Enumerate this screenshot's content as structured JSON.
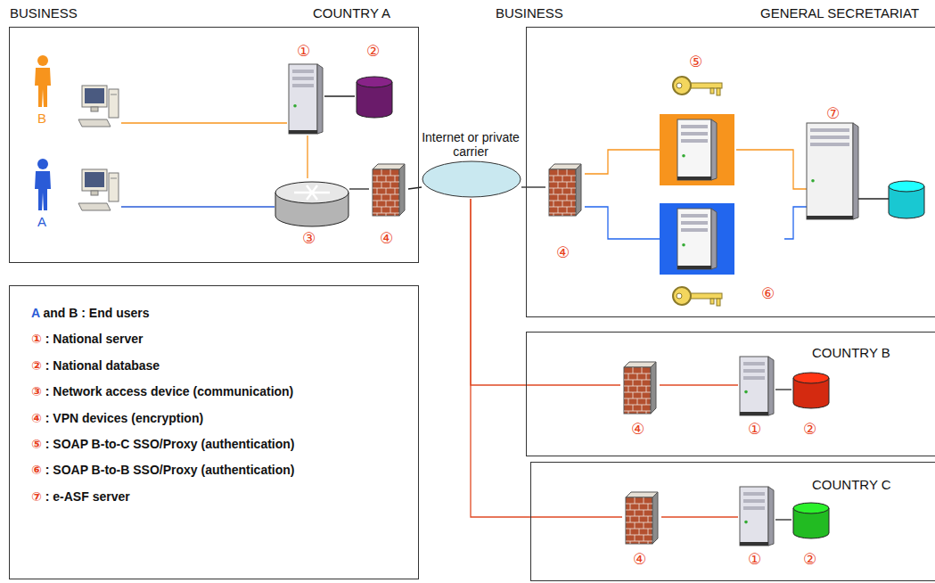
{
  "diagram": {
    "nodes": [
      {
        "text": [
          "BUSINESS",
          "COUNTRY A"
        ]
      },
      {
        "text": [
          "B"
        ],
        "in": 0
      },
      {
        "text": [
          "①"
        ],
        "in": 0
      },
      {
        "text": [
          "②"
        ],
        "in": 0
      },
      {
        "text": [
          "A"
        ],
        "in": 0
      },
      {
        "text": [
          "③"
        ],
        "in": 0
      },
      {
        "text": [
          "④"
        ],
        "in": 0
      },
      {
        "text": [
          "Internet or private carrier"
        ]
      },
      {
        "text": [
          "BUSINESS",
          "GENERAL SECRETARIAT"
        ]
      },
      {
        "text": [
          "④"
        ],
        "in": 8
      },
      {
        "text": [
          "⑤"
        ],
        "in": 8
      },
      {
        "text": [
          "⑥"
        ],
        "in": 8
      },
      {
        "text": [
          "⑦"
        ],
        "in": 8
      },
      {
        "text": [
          "COUNTRY B"
        ]
      },
      {
        "text": [
          "④"
        ],
        "in": 13
      },
      {
        "text": [
          "①"
        ],
        "in": 13
      },
      {
        "text": [
          "②"
        ],
        "in": 13
      },
      {
        "text": [
          "COUNTRY C"
        ]
      },
      {
        "text": [
          "④"
        ],
        "in": 17
      },
      {
        "text": [
          "①"
        ],
        "in": 17
      },
      {
        "text": [
          "②"
        ],
        "in": 17
      }
    ],
    "edges": [
      {
        "from": 1,
        "to": 2,
        "arrow": "none"
      },
      {
        "from": 2,
        "to": 3,
        "arrow": "none"
      },
      {
        "from": 2,
        "to": 5,
        "arrow": "none"
      },
      {
        "from": 4,
        "to": 5,
        "arrow": "none"
      },
      {
        "from": 5,
        "to": 6,
        "arrow": "none"
      },
      {
        "from": 6,
        "to": 7,
        "arrow": "none"
      },
      {
        "from": 7,
        "to": 9,
        "arrow": "none"
      },
      {
        "from": 9,
        "to": 10,
        "arrow": "none"
      },
      {
        "from": 9,
        "to": 11,
        "arrow": "none"
      },
      {
        "from": 10,
        "to": 12,
        "arrow": "none"
      },
      {
        "from": 11,
        "to": 12,
        "arrow": "none"
      },
      {
        "from": 7,
        "to": 14,
        "arrow": "none"
      },
      {
        "from": 7,
        "to": 18,
        "arrow": "none"
      },
      {
        "from": 14,
        "to": 15,
        "arrow": "none"
      },
      {
        "from": 15,
        "to": 16,
        "arrow": "none"
      },
      {
        "from": 18,
        "to": 19,
        "arrow": "none"
      },
      {
        "from": 19,
        "to": 20,
        "arrow": "none"
      }
    ],
    "legend": [
      {
        "text": "A and B : End users"
      },
      {
        "text": "① : National server"
      },
      {
        "text": "② : National database"
      },
      {
        "text": "③ : Network access device (communication)"
      },
      {
        "text": "④ : VPN devices (encryption)"
      },
      {
        "text": "⑤ : SOAP B-to-C SSO/Proxy (authentication)"
      },
      {
        "text": "⑥ : SOAP B-to-B SSO/Proxy (authentication)"
      },
      {
        "text": "⑦ : e-ASF server"
      }
    ]
  }
}
